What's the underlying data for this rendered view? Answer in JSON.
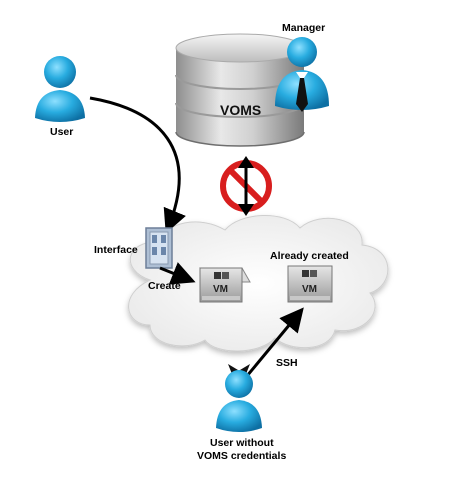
{
  "labels": {
    "manager": "Manager",
    "user": "User",
    "voms": "VOMS",
    "interface": "Interface",
    "create": "Create",
    "already_created": "Already created",
    "vm": "VM",
    "ssh": "SSH",
    "user_without_line1": "User without",
    "user_without_line2": "VOMS credentials"
  },
  "icons": {
    "person": "person-icon",
    "manager": "manager-icon",
    "database": "database-icon",
    "prohibited": "prohibited-icon",
    "door": "door-icon",
    "server": "server-icon",
    "cloud": "cloud-icon"
  },
  "colors": {
    "person_blue": "#1fa6dc",
    "prohibit_red": "#d81e1e",
    "arrow": "#000000",
    "cloud_fill": "#f2f2f2",
    "db_gray": "#bfbfbf"
  }
}
